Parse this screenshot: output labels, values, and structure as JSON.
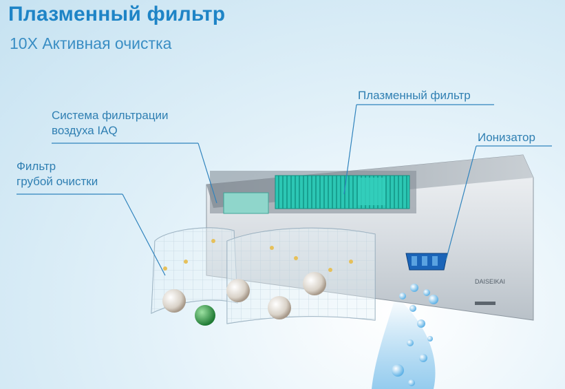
{
  "title": "Плазменный фильтр",
  "subtitle": "10X Активная очистка",
  "callouts": {
    "plasma_filter": "Плазменный фильтр",
    "ionizer": "Ионизатор",
    "iaq_line1": "Система фильтрации",
    "iaq_line2": "воздуха IAQ",
    "coarse_line1": "Фильтр",
    "coarse_line2": "грубой очистки"
  },
  "brand": "DAISEIKAI",
  "colors": {
    "heading": "#1e84c6",
    "callout": "#2f7fb2",
    "filter_teal": "#2cc7b4",
    "ionizer_blue": "#1b64b8"
  }
}
